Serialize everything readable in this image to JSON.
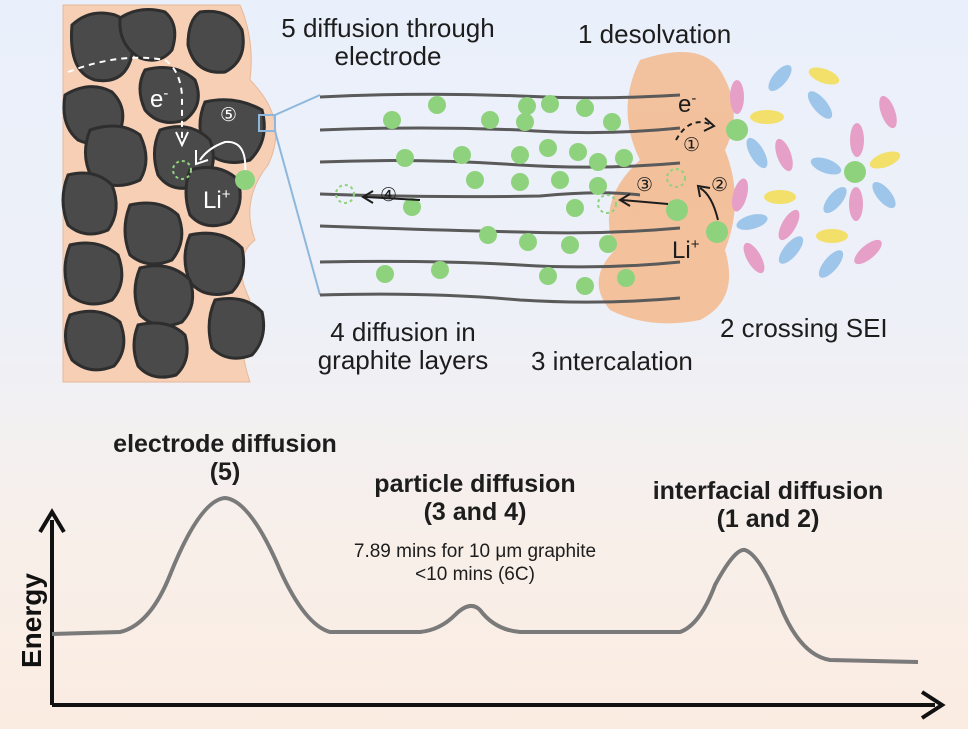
{
  "top": {
    "label_5": "5 diffusion through electrode",
    "label_5_line1": "5 diffusion through",
    "label_5_line2": "electrode",
    "label_1": "1 desolvation",
    "label_4_line1": "4 diffusion in",
    "label_4_line2": "graphite layers",
    "label_3": "3 intercalation",
    "label_2": "2 crossing SEI",
    "electron": "e",
    "electron_sup": "-",
    "li": "Li",
    "li_sup": "+",
    "step_markers": [
      "①",
      "②",
      "③",
      "④",
      "⑤"
    ]
  },
  "bottom": {
    "axis_label": "Energy",
    "peak_electrode_line1": "electrode diffusion",
    "peak_electrode_line2": "(5)",
    "peak_particle_line1": "particle diffusion",
    "peak_particle_line2": "(3 and 4)",
    "particle_note_line1": "7.89 mins for 10 μm graphite",
    "particle_note_line2": "<10 mins (6C)",
    "peak_interfacial_line1": "interfacial diffusion",
    "peak_interfacial_line2": "(1 and 2)"
  },
  "colors": {
    "particle": "#4a4a4a",
    "electrolyte": "#f7cfb5",
    "sei": "#f3b98c",
    "li_ion": "#8fd27e",
    "solvent_pink": "#e6a0c8",
    "solvent_blue": "#9ec6ea",
    "solvent_yellow": "#f2e06a",
    "graphite_line": "#5a5a5a",
    "energy_curve": "#7a7a7a"
  }
}
